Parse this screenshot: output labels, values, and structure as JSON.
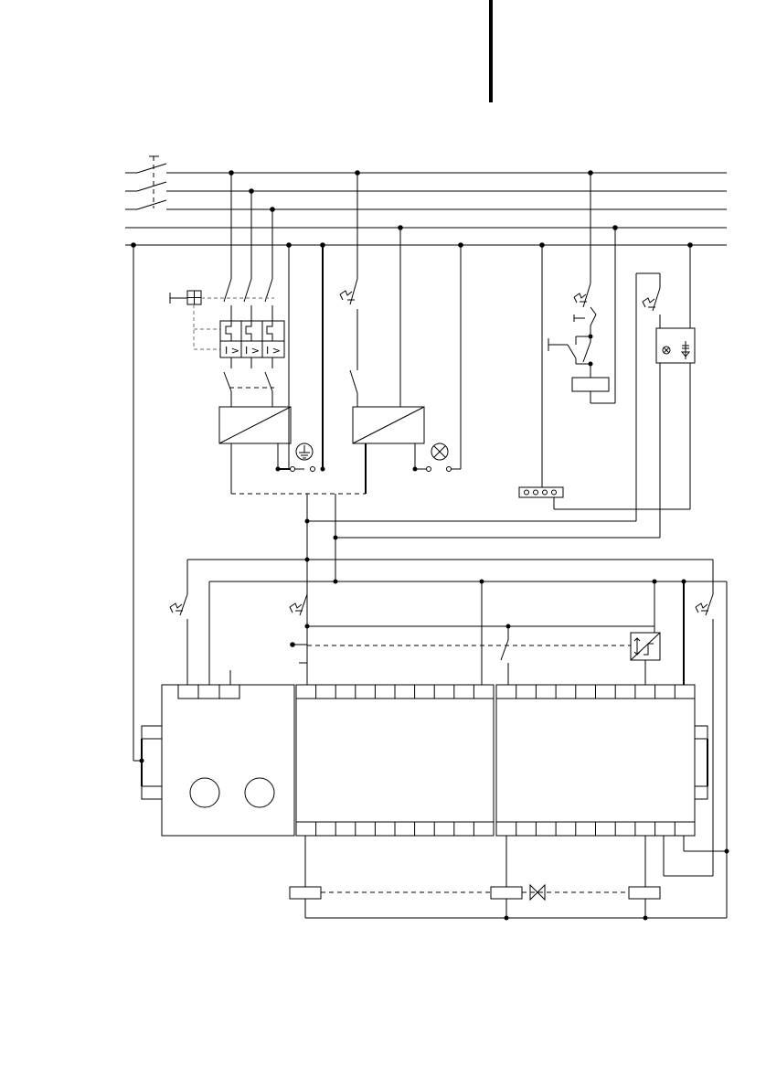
{
  "diagram": {
    "breaker_release_marks": [
      "I >",
      "I >",
      "I >"
    ]
  }
}
